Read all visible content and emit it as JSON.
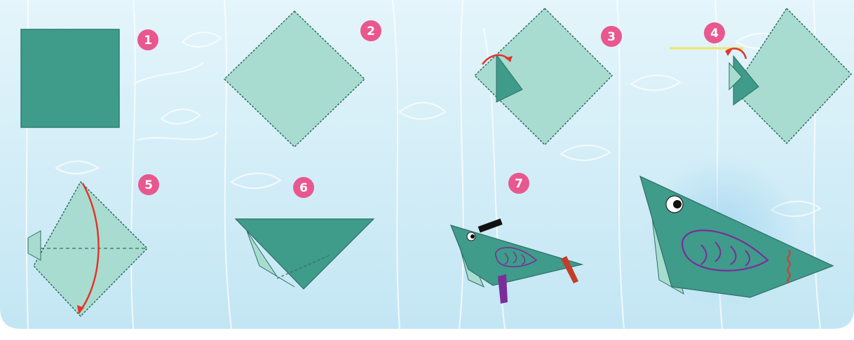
{
  "steps": [
    {
      "number": "1"
    },
    {
      "number": "2"
    },
    {
      "number": "3"
    },
    {
      "number": "4"
    },
    {
      "number": "5"
    },
    {
      "number": "6"
    },
    {
      "number": "7"
    }
  ],
  "colors": {
    "panel_top": "#dff3fa",
    "panel_bottom": "#c7e8f5",
    "paper_dark": "#3f9b8a",
    "paper_light": "#a9dcd0",
    "paper_mid": "#7cc4b3",
    "badge": "#e9578f",
    "fold_arrow": "#e2352b",
    "crease": "#2f6f66",
    "wing_line": "#7a2e9a",
    "plant_lines": "#ffffff"
  },
  "icons": [
    "origami-square-icon",
    "fold-arrow-icon",
    "pencil-icon",
    "eye-icon",
    "wing-pattern-icon"
  ]
}
